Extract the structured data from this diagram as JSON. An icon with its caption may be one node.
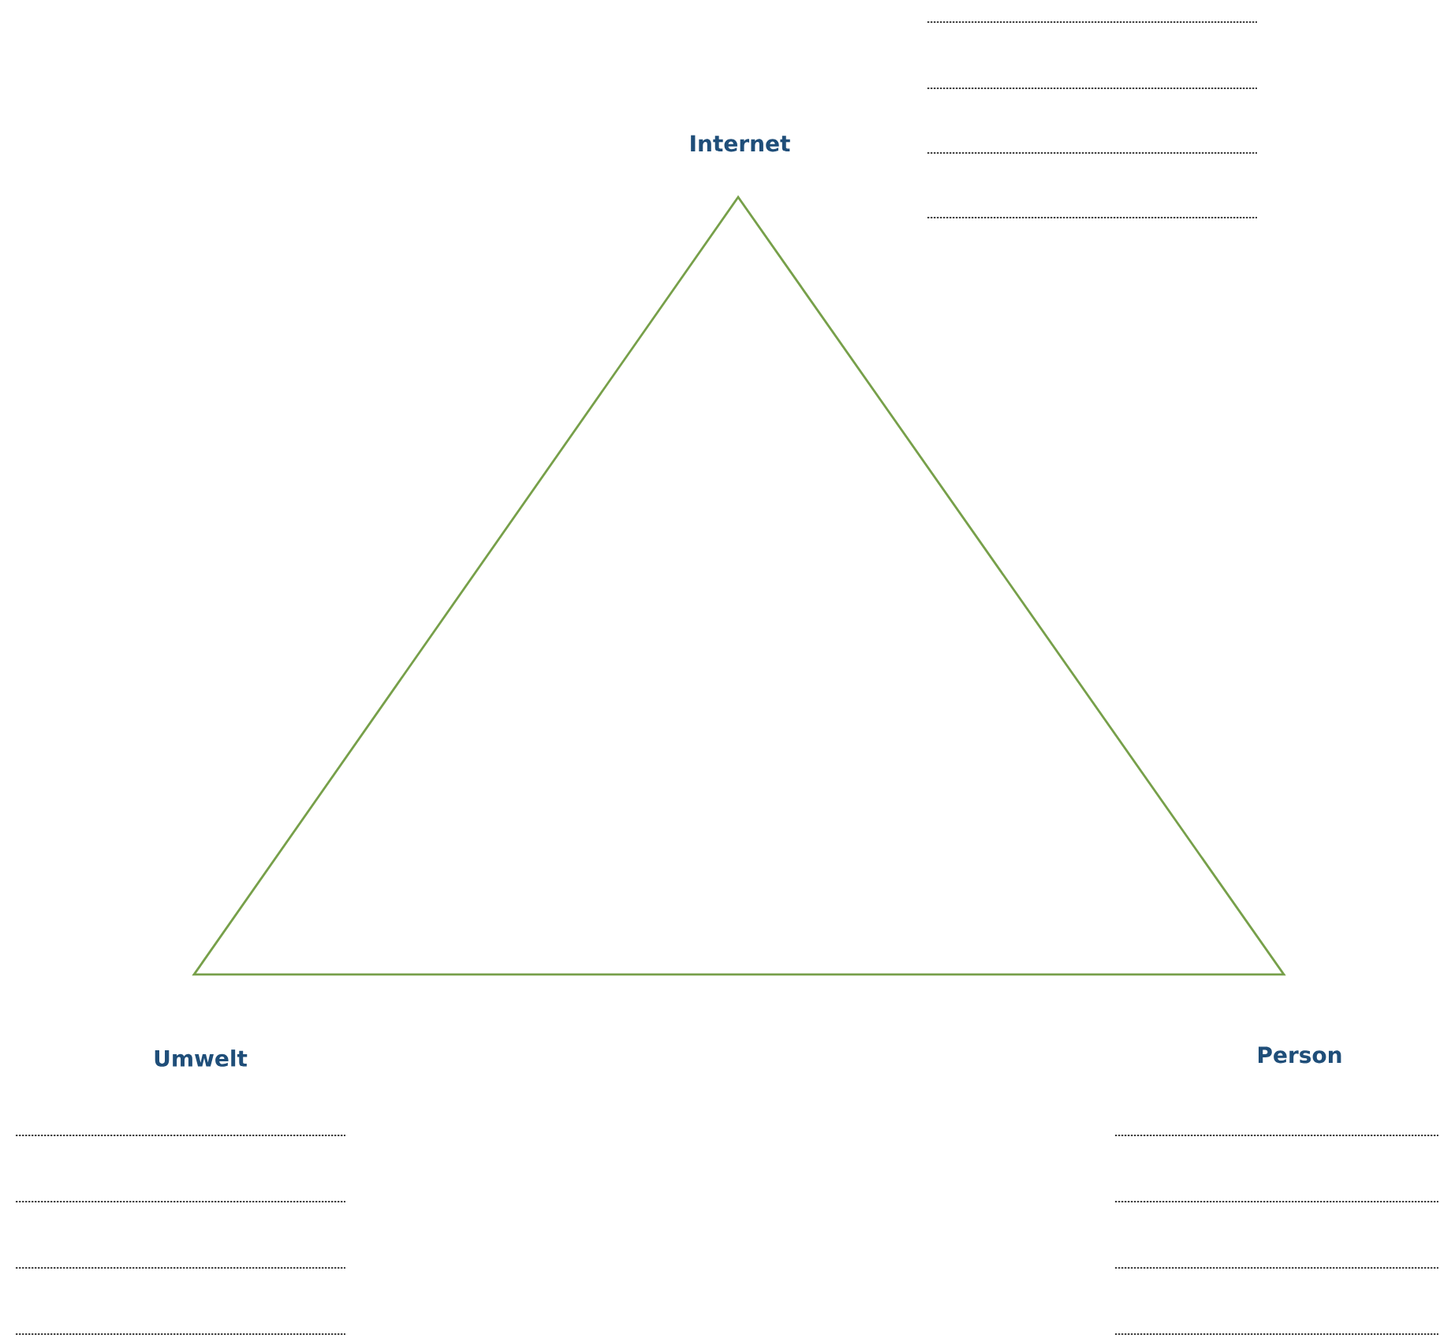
{
  "diagram": {
    "labels": [
      "Internet",
      "Umwelt",
      "Person"
    ]
  }
}
